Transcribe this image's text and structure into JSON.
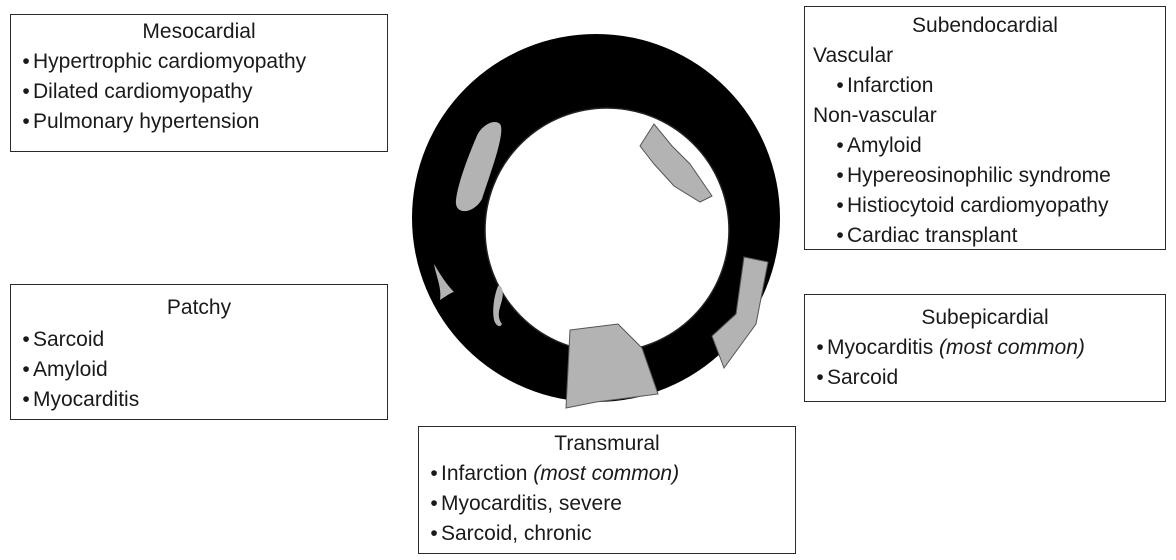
{
  "mesocardial": {
    "title": "Mesocardial",
    "items": [
      "Hypertrophic cardiomyopathy",
      "Dilated cardiomyopathy",
      "Pulmonary hypertension"
    ]
  },
  "patchy": {
    "title": "Patchy",
    "items": [
      "Sarcoid",
      "Amyloid",
      "Myocarditis"
    ]
  },
  "subendocardial": {
    "title": "Subendocardial",
    "vascular_label": "Vascular",
    "vascular_items": [
      "Infarction"
    ],
    "nonvascular_label": "Non-vascular",
    "nonvascular_items": [
      "Amyloid",
      "Hypereosinophilic syndrome",
      "Histiocytoid cardiomyopathy",
      "Cardiac transplant"
    ]
  },
  "subepicardial": {
    "title": "Subepicardial",
    "item1": "Myocarditis",
    "item1_note": "(most common)",
    "item2": "Sarcoid"
  },
  "transmural": {
    "title": "Transmural",
    "item1": "Infarction",
    "item1_note": "(most common)",
    "item2": "Myocarditis, severe",
    "item3": "Sarcoid, chronic"
  },
  "bullet_char": "•",
  "colors": {
    "myocardium": "#000000",
    "enhancement": "#b3b3b3",
    "border": "#2b2b2b"
  }
}
